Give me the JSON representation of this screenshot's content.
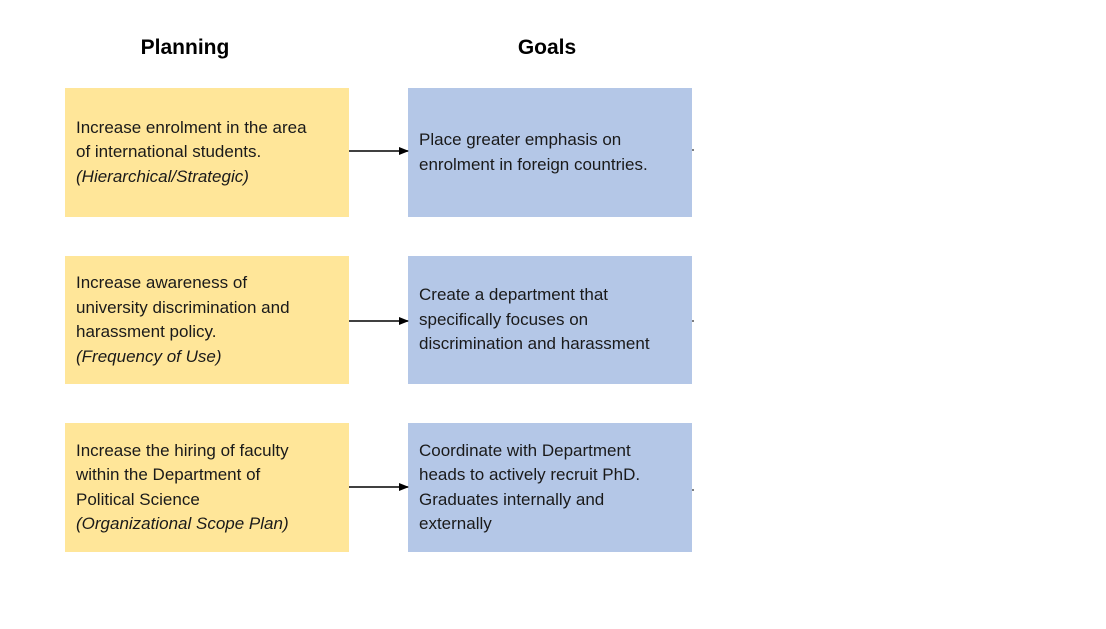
{
  "headings": {
    "planning": "Planning",
    "goals": "Goals"
  },
  "rows": [
    {
      "planning": {
        "lines": [
          "Increase enrolment in the area",
          "of international students."
        ],
        "note": "(Hierarchical/Strategic)"
      },
      "goal": {
        "lines": [
          "Place greater emphasis on",
          "enrolment in foreign countries."
        ]
      }
    },
    {
      "planning": {
        "lines": [
          "Increase awareness of",
          "university discrimination and",
          "harassment policy."
        ],
        "note": "(Frequency of Use)"
      },
      "goal": {
        "lines": [
          "Create a department that",
          "specifically focuses on",
          "discrimination and harassment"
        ]
      }
    },
    {
      "planning": {
        "lines": [
          "Increase the hiring of faculty",
          "within the Department of",
          "Political Science"
        ],
        "note": "(Organizational Scope Plan)"
      },
      "goal": {
        "lines": [
          "Coordinate with Department",
          "heads to actively recruit PhD.",
          "Graduates internally and",
          "externally"
        ]
      }
    }
  ],
  "colors": {
    "planning_fill": "#FFE699",
    "goal_fill": "#B4C7E7",
    "arrow": "#000000"
  }
}
